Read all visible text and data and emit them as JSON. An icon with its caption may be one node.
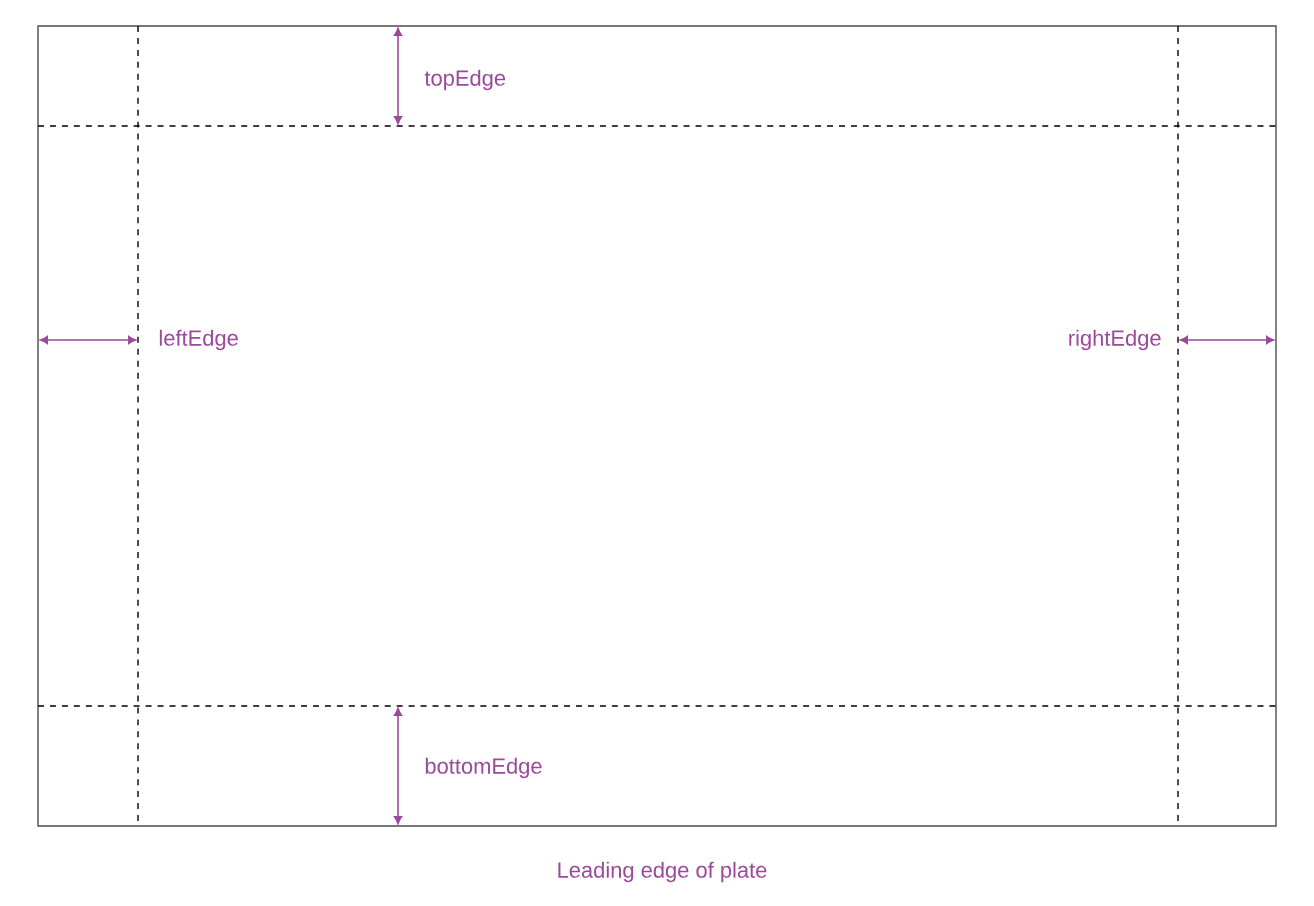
{
  "diagram": {
    "caption": "Leading edge of plate",
    "labels": [
      "topEdge",
      "leftEdge",
      "rightEdge",
      "bottomEdge"
    ]
  }
}
